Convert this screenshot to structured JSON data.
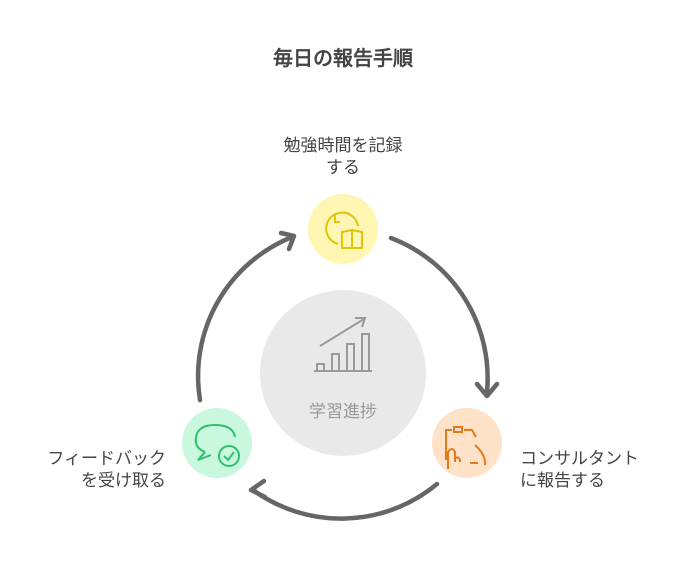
{
  "title": "毎日の報告手順",
  "center": {
    "label": "学習進捗",
    "icon": "bar-chart-growth-icon",
    "color": "#e9e9e9"
  },
  "steps": [
    {
      "line1": "勉強時間を記録",
      "line2": "する",
      "icon": "clock-book-icon",
      "color": "#fff6b3",
      "stroke": "#e0c40a"
    },
    {
      "line1": "コンサルタント",
      "line2": "に報告する",
      "icon": "clipboard-hand-icon",
      "color": "#ffe2c8",
      "stroke": "#e57a1c"
    },
    {
      "line1": "フィードバック",
      "line2": "を受け取る",
      "icon": "chat-check-icon",
      "color": "#c9f8df",
      "stroke": "#2fbf6e"
    }
  ]
}
